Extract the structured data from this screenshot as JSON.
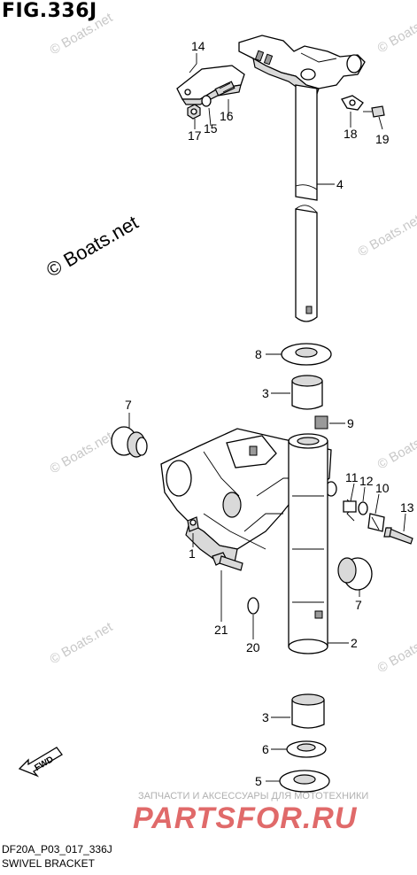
{
  "figure": {
    "title": "FIG.336J"
  },
  "watermark": {
    "main": "© Boats.net",
    "faint": "© Boats.net"
  },
  "callouts": {
    "c1": "1",
    "c2": "2",
    "c3a": "3",
    "c3b": "3",
    "c4": "4",
    "c5": "5",
    "c6": "6",
    "c7a": "7",
    "c7b": "7",
    "c8": "8",
    "c9": "9",
    "c10": "10",
    "c11": "11",
    "c12": "12",
    "c13": "13",
    "c14": "14",
    "c15": "15",
    "c16": "16",
    "c17": "17",
    "c18": "18",
    "c19": "19",
    "c20": "20",
    "c21": "21"
  },
  "fwd": {
    "label": "FWD"
  },
  "footer": {
    "code": "DF20A_P03_017_336J",
    "title": "SWIVEL BRACKET"
  },
  "ad": {
    "tagline": "ЗАПЧАСТИ И АКСЕССУАРЫ ДЛЯ МОТОТЕХНИКИ",
    "brand": "PARTSFOR.RU"
  }
}
